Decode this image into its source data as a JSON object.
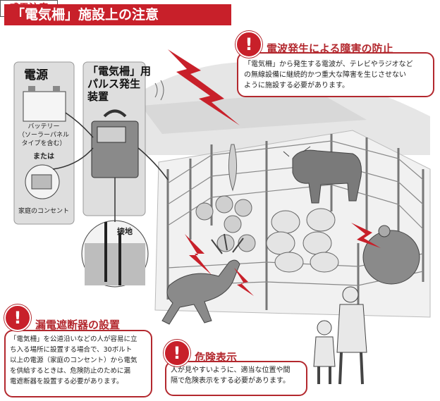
{
  "title": "「電気柵」施設上の注意",
  "power": {
    "label": "電源",
    "battery": "バッテリー\n（ソーラーパネル\nタイプを含む）",
    "or": "または",
    "outlet": "家庭のコンセント"
  },
  "pulse": {
    "label": "「電気柵」用\nパルス発生\n装置"
  },
  "ground": "接地",
  "shock_sign": "感電注意",
  "callouts": {
    "radio": {
      "title": "電波発生による障害の防止",
      "text": [
        "「電気柵」から発生する電波が、テレビやラジオなど",
        "の無線設備に継続的かつ重大な障害を生じさせない",
        "ように施設する必要があります。"
      ]
    },
    "breaker": {
      "title": "漏電遮断器の設置",
      "text": [
        "「電気柵」を公道沿いなどの人が容易に立",
        "ち入る場所に設置する場合で、30ボルト",
        "以上の電源（家庭のコンセント）から電気",
        "を供給するときは、危険防止のために漏",
        "電遮断器を設置する必要があります。"
      ]
    },
    "danger": {
      "title": "危険表示",
      "text": [
        "人が見やすいように、適当な位置や間",
        "隔で危険表示をする必要があります。"
      ]
    }
  },
  "colors": {
    "accent": "#c8202a",
    "border": "#b3282e",
    "sky": "#dcdcdc",
    "field": "#cfcfcf"
  }
}
